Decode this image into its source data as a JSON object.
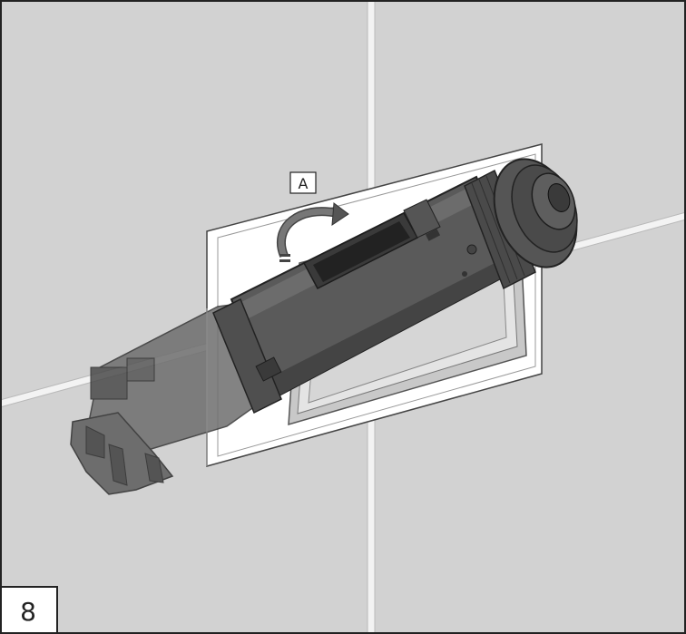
{
  "step": {
    "number": "8"
  },
  "callout": {
    "label": "A"
  },
  "icons": {
    "rotation_arrow": "curved-rotation-arrow-icon",
    "cartridge": "cylindrical-cartridge"
  },
  "colors": {
    "wall_tile": "#d2d2d2",
    "grout_line": "#f5f5f5",
    "frame": "#ffffff",
    "cartridge_dark": "#5a5a5a",
    "cartridge_shade": "#4a4a4a",
    "cartridge_highlight": "#6c6c6c",
    "ghost_part": "#7a7a7a",
    "outline": "#2a2a2a"
  }
}
